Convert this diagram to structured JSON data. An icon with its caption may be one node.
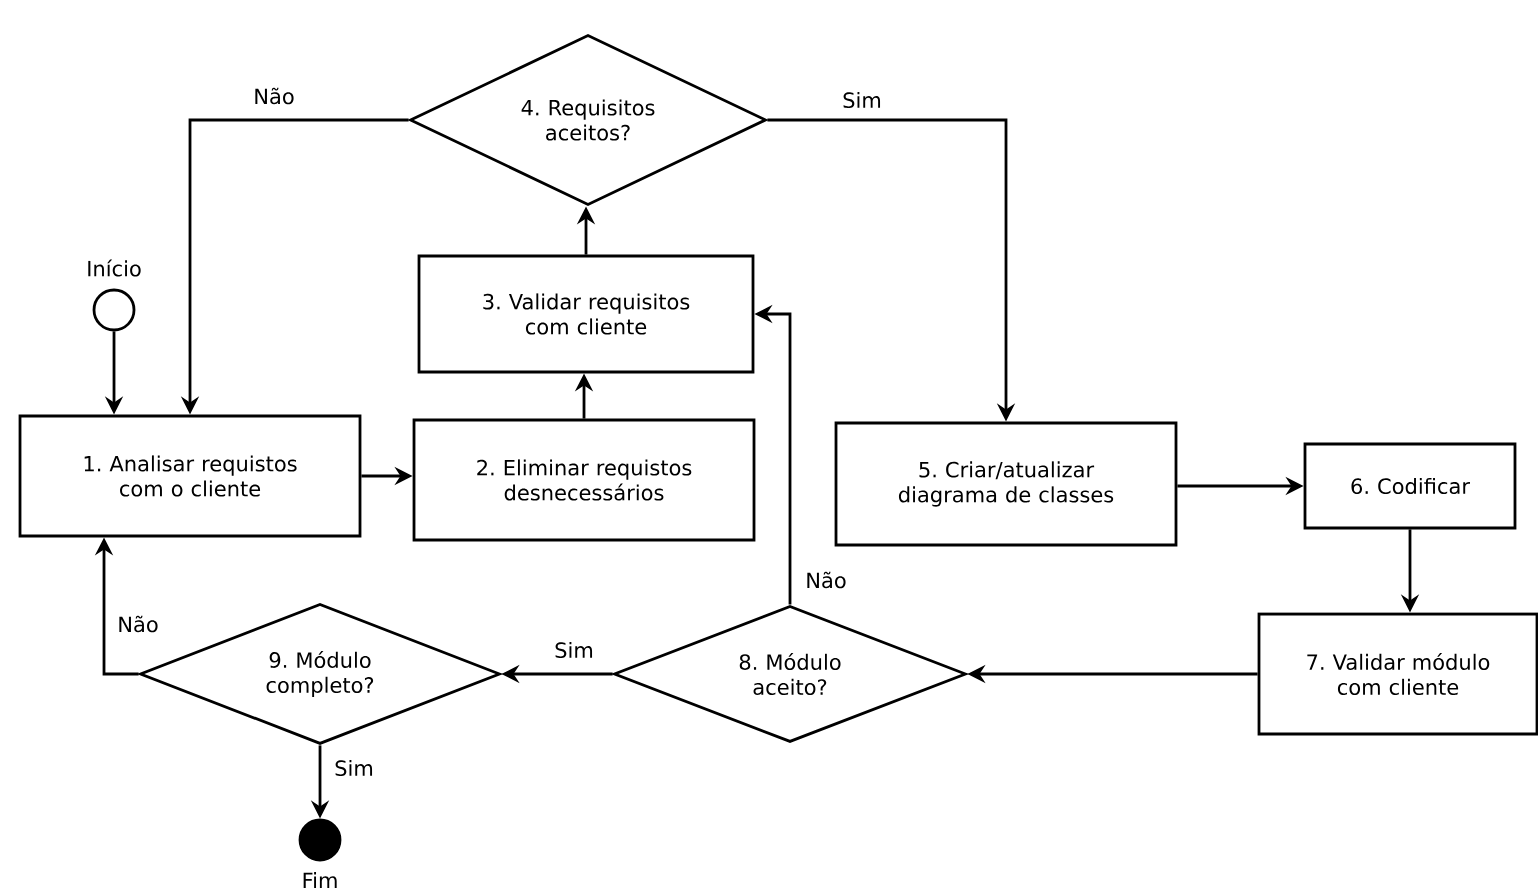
{
  "diagram": {
    "nodes": [
      {
        "text": [],
        "shape": "circle",
        "beside": [
          "Início"
        ]
      },
      {
        "text": [
          "1. Analisar requistos com o cliente"
        ]
      },
      {
        "text": [
          "2. Eliminar requistos desnecessários"
        ]
      },
      {
        "text": [
          "3. Validar requisitos com cliente"
        ]
      },
      {
        "text": [
          "4. Requisitos aceitos?"
        ]
      },
      {
        "text": [
          "5. Criar/atualizar diagrama de classes"
        ]
      },
      {
        "text": [
          "6. Codificar"
        ]
      },
      {
        "text": [
          "7. Validar módulo com cliente"
        ]
      },
      {
        "text": [
          "8. Módulo aceito?"
        ]
      },
      {
        "text": [
          "9. Módulo completo?"
        ]
      },
      {
        "text": [],
        "shape": "dot",
        "beside": [
          "Fim"
        ]
      }
    ],
    "edges": [
      {
        "from": 0,
        "to": 1,
        "arrow": "to"
      },
      {
        "from": 1,
        "to": 2,
        "arrow": "to"
      },
      {
        "from": 2,
        "to": 3,
        "arrow": "to"
      },
      {
        "from": 3,
        "to": 4,
        "arrow": "to"
      },
      {
        "from": 4,
        "to": 1,
        "arrow": "to",
        "label": "Não"
      },
      {
        "from": 4,
        "to": 5,
        "arrow": "to",
        "label": "Sim"
      },
      {
        "from": 5,
        "to": 6,
        "arrow": "to"
      },
      {
        "from": 6,
        "to": 7,
        "arrow": "to"
      },
      {
        "from": 7,
        "to": 8,
        "arrow": "to"
      },
      {
        "from": 8,
        "to": 3,
        "arrow": "to",
        "label": "Não"
      },
      {
        "from": 8,
        "to": 9,
        "arrow": "to",
        "label": "Sim"
      },
      {
        "from": 9,
        "to": 1,
        "arrow": "to",
        "label": "Não"
      },
      {
        "from": 9,
        "to": 10,
        "arrow": "to",
        "label": "Sim"
      }
    ]
  }
}
